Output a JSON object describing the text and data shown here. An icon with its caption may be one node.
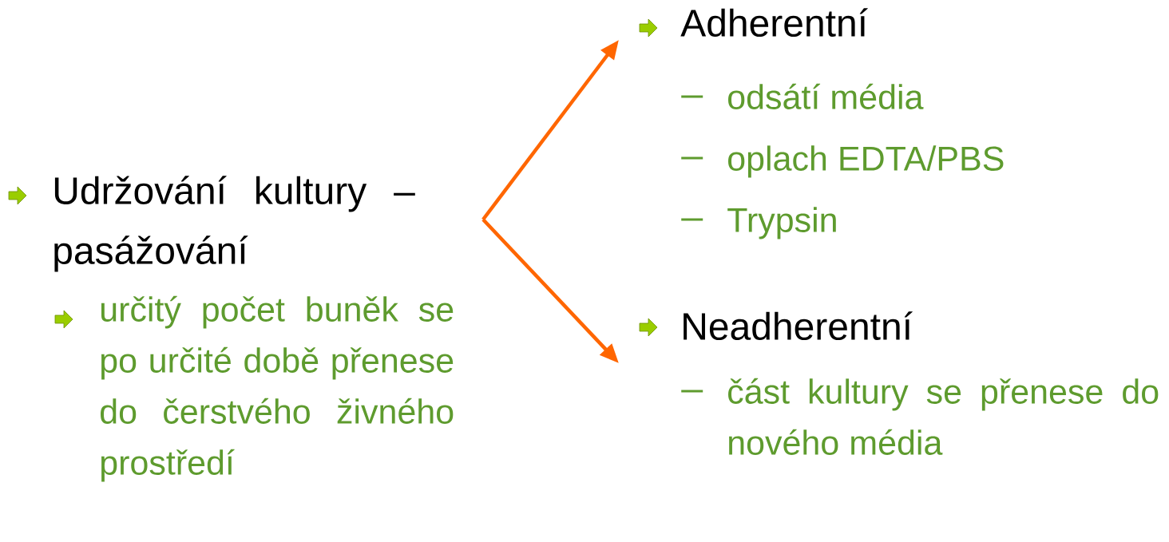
{
  "diagram": {
    "nodes": [
      {
        "text": [
          "Udržování kultury – pasážování",
          "určitý počet buněk se po určité době přenese do čerstvého živného prostředí"
        ]
      },
      {
        "text": [
          "Adherentní",
          "odsátí média",
          "oplach EDTA/PBS",
          "Trypsin"
        ]
      },
      {
        "text": [
          "Neadherentní",
          "část kultury se přenese do nového média"
        ]
      }
    ],
    "edges": [
      {
        "from": 0,
        "to": 1,
        "arrow": "to"
      },
      {
        "from": 0,
        "to": 2,
        "arrow": "to"
      }
    ]
  }
}
